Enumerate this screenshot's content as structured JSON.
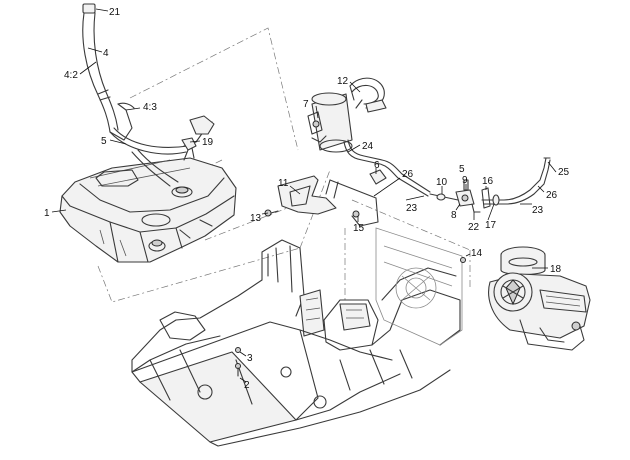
{
  "callouts": {
    "c1": "1",
    "c2": "2",
    "c3": "3",
    "c4": "4",
    "c4_2": "4:2",
    "c4_3": "4:3",
    "c5a": "5",
    "c5b": "5",
    "c6": "6",
    "c7": "7",
    "c8": "8",
    "c9": "9",
    "c10": "10",
    "c11": "11",
    "c12": "12",
    "c13": "13",
    "c14": "14",
    "c15": "15",
    "c16": "16",
    "c17": "17",
    "c18": "18",
    "c19": "19",
    "c21": "21",
    "c22": "22",
    "c23a": "23",
    "c23b": "23",
    "c24": "24",
    "c25": "25",
    "c26a": "26",
    "c26b": "26"
  }
}
